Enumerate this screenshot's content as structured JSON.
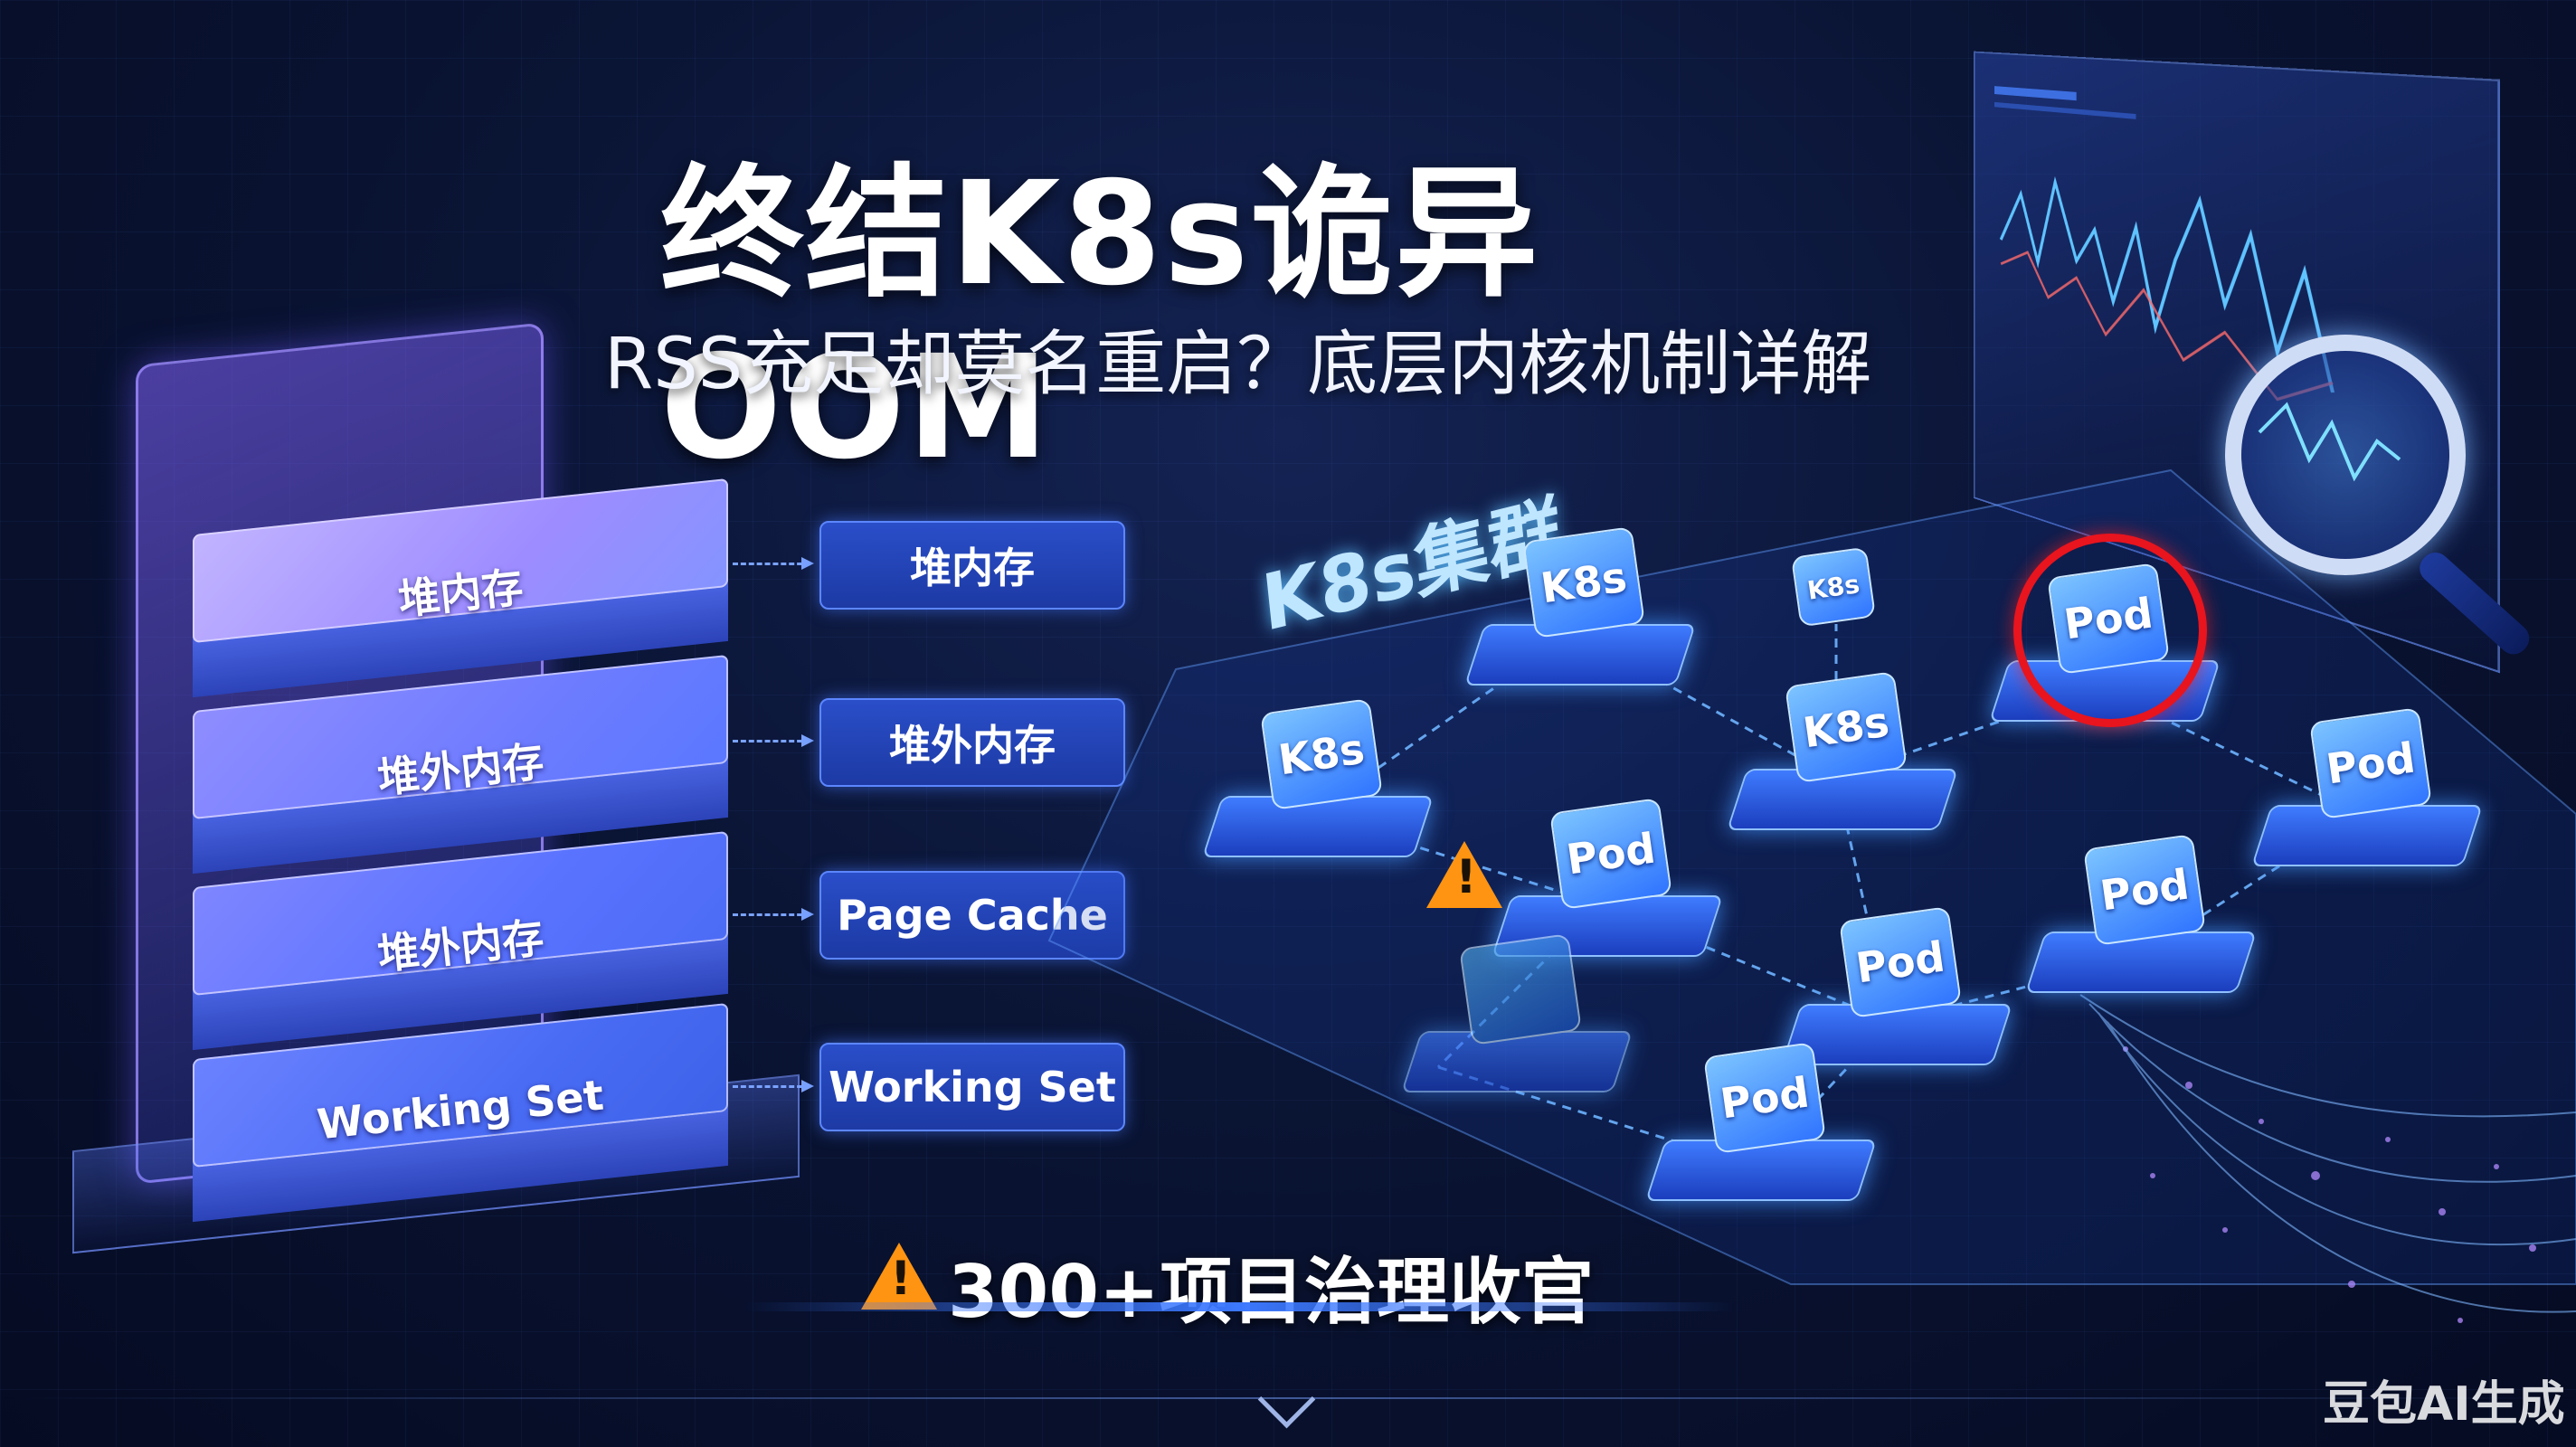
{
  "header": {
    "title": "终结K8s诡异OOM",
    "subtitle": "RSS充足却莫名重启？底层内核机制详解"
  },
  "memory_stack": {
    "layers": [
      {
        "label": "堆内存"
      },
      {
        "label": "堆外内存"
      },
      {
        "label": "堆外内存"
      },
      {
        "label": "Working Set"
      }
    ],
    "tags": [
      "堆内存",
      "堆外内存",
      "Page Cache",
      "Working Set"
    ]
  },
  "cluster": {
    "label": "K8s集群",
    "nodes": [
      {
        "label": "K8s"
      },
      {
        "label": "K8s"
      },
      {
        "label": "K8s"
      },
      {
        "label": "K8s"
      },
      {
        "label": "Pod"
      },
      {
        "label": "Pod"
      },
      {
        "label": "Pod"
      },
      {
        "label": "Pod"
      },
      {
        "label": "Pod"
      },
      {
        "label": "Pod"
      }
    ]
  },
  "footer": {
    "callout": "300+项目治理收官",
    "watermark": "豆包AI生成"
  },
  "colors": {
    "accent": "#3c78ff",
    "alert": "#e8141e",
    "warning": "#ff9412"
  }
}
